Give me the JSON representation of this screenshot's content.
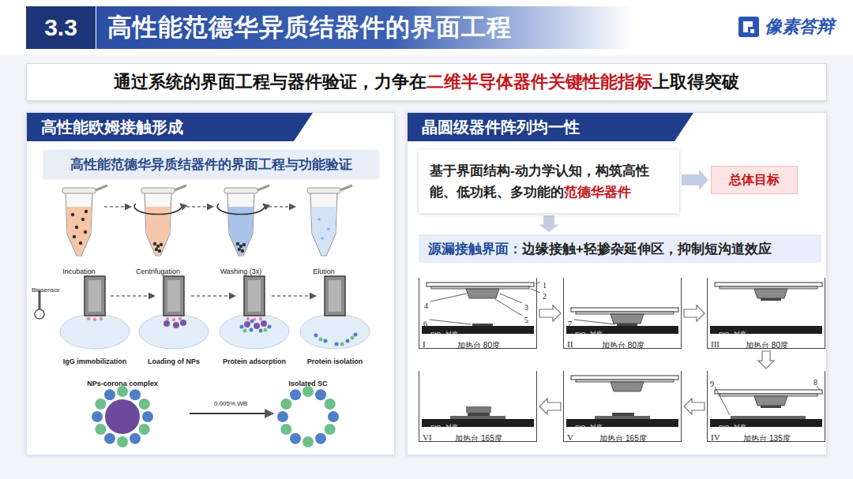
{
  "diagram": {
    "title": "高性能范德华异质结器件的界面工程",
    "nodes": [
      {
        "text": [
          "3.3"
        ]
      },
      {
        "text": [
          "通过系统的界面工程与器件验证，力争在",
          "二维半导体器件关键性能指标",
          "上取得突破"
        ]
      },
      {
        "text": [
          "高性能欧姆接触形成"
        ]
      },
      {
        "text": [
          "高性能范德华异质结器件的界面工程与功能验证"
        ],
        "in": 2
      },
      {
        "text": [
          "晶圆级器件阵列均一性"
        ]
      },
      {
        "text": [
          "基于界面结构-动力学认知，构筑高性能、低功耗、多功能的",
          "范德华器件"
        ],
        "in": 4
      },
      {
        "text": [
          "总体目标"
        ],
        "in": 4
      },
      {
        "text": [
          "源漏接触界面：",
          "边缘接触+轻掺杂延伸区，抑制短沟道效应"
        ],
        "in": 4
      },
      {
        "text": [
          "I",
          "SiO₂-衬底",
          "加热台 80度"
        ],
        "in": 4
      },
      {
        "text": [
          "II",
          "SiO₂-衬底",
          "加热台 80度"
        ],
        "in": 4
      },
      {
        "text": [
          "III",
          "SiO₂-衬底",
          "加热台 80度"
        ],
        "in": 4
      },
      {
        "text": [
          "IV",
          "SiO₂-衬底",
          "加热台 135度"
        ],
        "in": 4
      },
      {
        "text": [
          "V",
          "SiO₂-衬底",
          "加热台 165度"
        ],
        "in": 4
      },
      {
        "text": [
          "VI",
          "SiO₂-衬底",
          "加热台 165度"
        ],
        "in": 4
      }
    ],
    "edges": [
      {
        "from": 5,
        "to": 6,
        "arrow": "to"
      },
      {
        "from": 5,
        "to": 7,
        "arrow": "to"
      },
      {
        "from": 8,
        "to": 9,
        "arrow": "to"
      },
      {
        "from": 9,
        "to": 10,
        "arrow": "to"
      },
      {
        "from": 10,
        "to": 11,
        "arrow": "to"
      },
      {
        "from": 11,
        "to": 12,
        "arrow": "to"
      },
      {
        "from": 12,
        "to": 13,
        "arrow": "to"
      }
    ],
    "labels": [
      "像素答辩",
      "Incubation",
      "Centrifugation",
      "Washing (3x)",
      "Elution",
      "Biosensor",
      "IgG immobilization",
      "Loading of NPs",
      "Protein adsorption",
      "Protein isolation",
      "NPs-corona complex",
      "0.005% WB",
      "Isolated SC",
      "1",
      "2",
      "3",
      "4",
      "5",
      "6",
      "7",
      "8",
      "9"
    ]
  }
}
